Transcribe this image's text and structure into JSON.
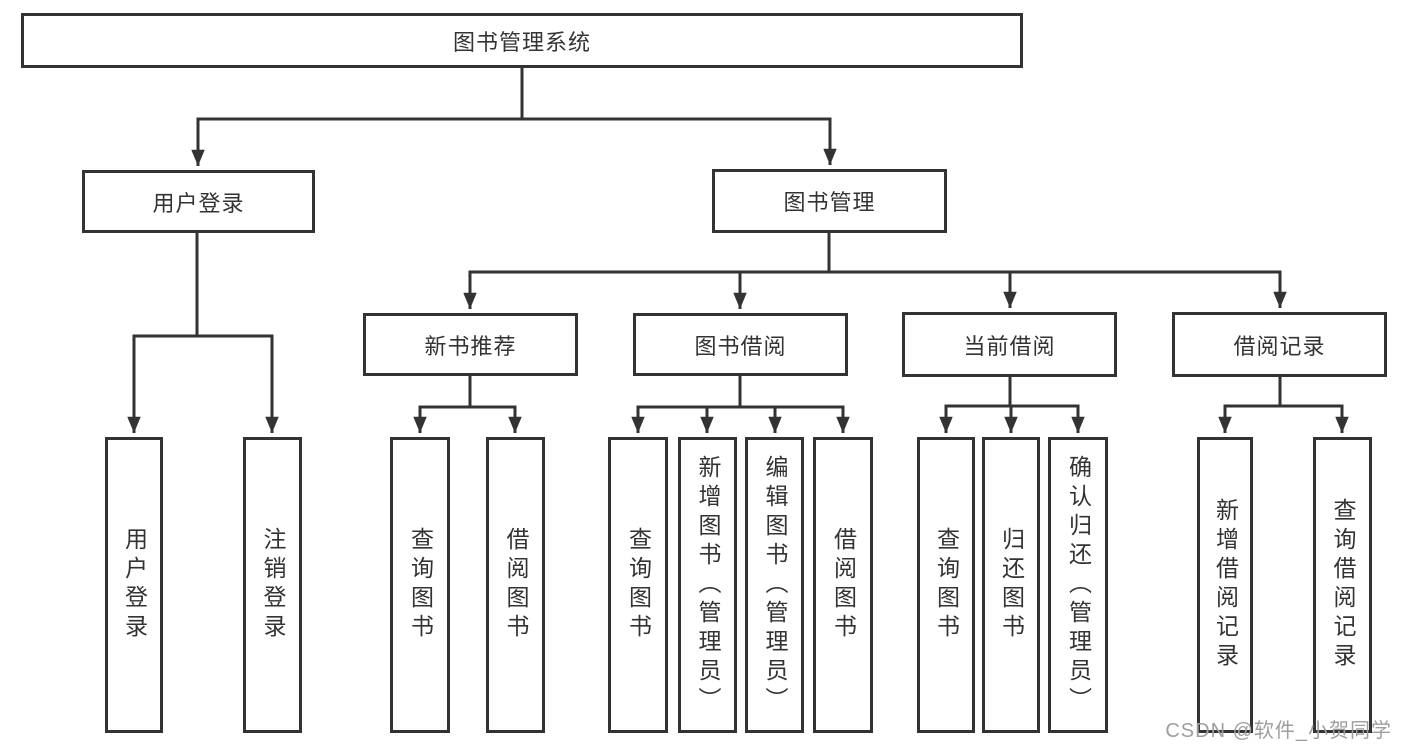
{
  "colors": {
    "line": "#333333",
    "text": "#333333",
    "background": "#ffffff",
    "watermark": "#9e9e9e"
  },
  "tree": {
    "root": "图书管理系统",
    "branches": [
      {
        "label": "用户登录",
        "children": [
          "用户登录",
          "注销登录"
        ]
      },
      {
        "label": "图书管理",
        "children": [
          {
            "label": "新书推荐",
            "children": [
              "查询图书",
              "借阅图书"
            ]
          },
          {
            "label": "图书借阅",
            "children": [
              "查询图书",
              "新增图书（管理员）",
              "编辑图书（管理员）",
              "借阅图书"
            ]
          },
          {
            "label": "当前借阅",
            "children": [
              "查询图书",
              "归还图书",
              "确认归还（管理员）"
            ]
          },
          {
            "label": "借阅记录",
            "children": [
              "新增借阅记录",
              "查询借阅记录"
            ]
          }
        ]
      }
    ]
  },
  "watermark": {
    "text": "CSDN @软件_小贺同学"
  }
}
